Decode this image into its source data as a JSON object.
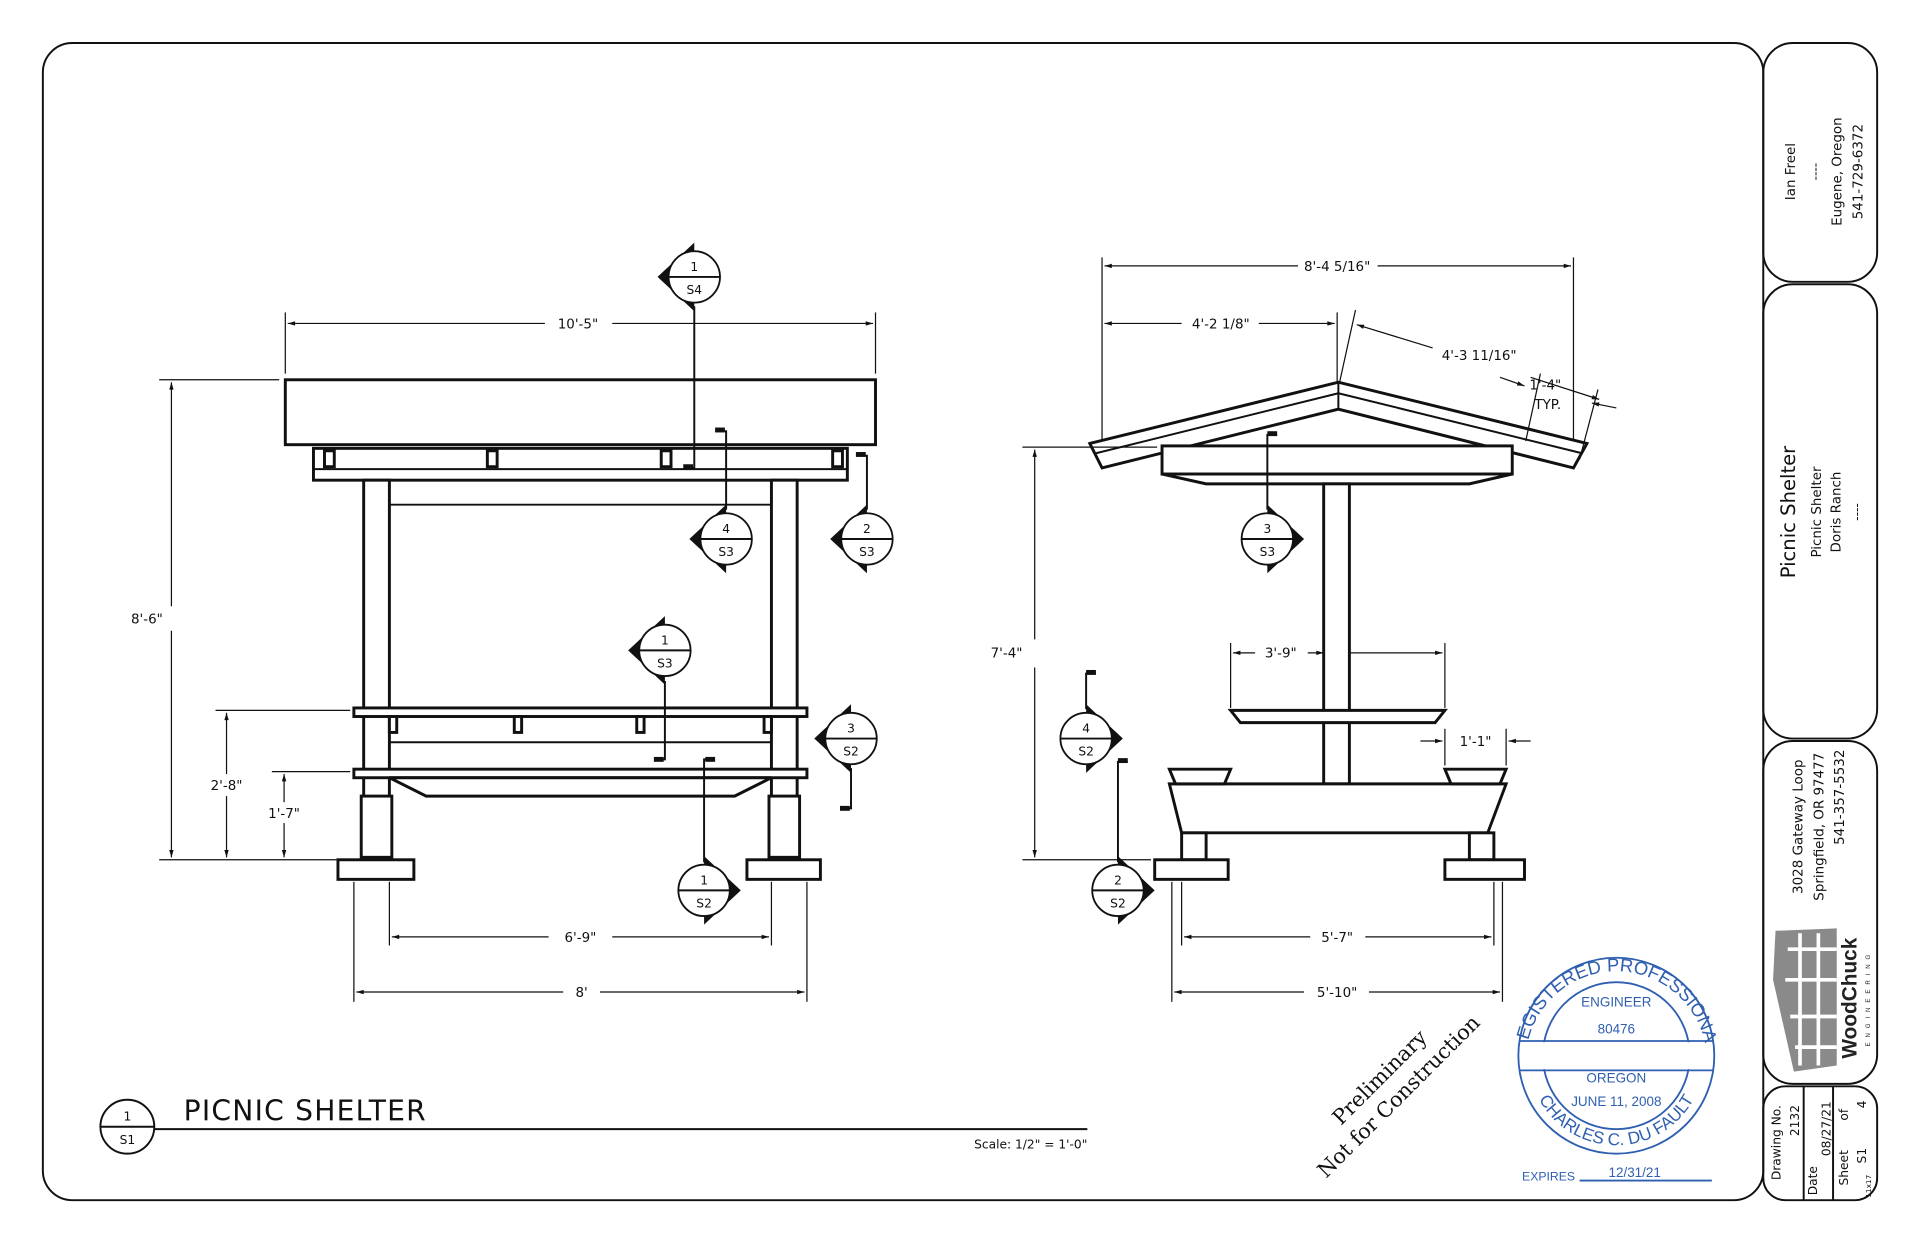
{
  "drawing": {
    "title": "PICNIC SHELTER",
    "detail_number": "1",
    "detail_sheet": "S1",
    "scale": "Scale: 1/2\" = 1'-0\""
  },
  "front_elevation": {
    "dims": {
      "overall_width": "10'-5\"",
      "overall_height": "8'-6\"",
      "bench_height": "2'-8\"",
      "seat_height": "1'-7\"",
      "post_spacing": "6'-9\"",
      "bench_length": "8'"
    },
    "markers": [
      {
        "num": "1",
        "sheet": "S4"
      },
      {
        "num": "4",
        "sheet": "S3"
      },
      {
        "num": "2",
        "sheet": "S3"
      },
      {
        "num": "1",
        "sheet": "S3"
      },
      {
        "num": "3",
        "sheet": "S2"
      },
      {
        "num": "1",
        "sheet": "S2"
      }
    ]
  },
  "side_elevation": {
    "dims": {
      "roof_width": "8'-4 5/16\"",
      "half_roof": "4'-2 1/8\"",
      "rafter_length": "4'-3 11/16\"",
      "purlin_spacing": "1'-4\"",
      "purlin_typ": "TYP.",
      "height": "7'-4\"",
      "seat_arm": "3'-9\"",
      "seat_offset": "1'-1\"",
      "leg_spacing": "5'-7\"",
      "base_width": "5'-10\""
    },
    "markers": [
      {
        "num": "3",
        "sheet": "S3"
      },
      {
        "num": "4",
        "sheet": "S2"
      },
      {
        "num": "2",
        "sheet": "S2"
      }
    ]
  },
  "stamp": {
    "top_arc": "REGISTERED PROFESSIONAL",
    "engineer": "ENGINEER",
    "license": "80476",
    "state": "OREGON",
    "date": "JUNE 11, 2008",
    "name": "CHARLES C. DU FAULT",
    "expires_label": "EXPIRES",
    "expires": "12/31/21",
    "watermark_1": "Preliminary",
    "watermark_2": "Not for Construction",
    "color": "#2f5fb0"
  },
  "title_block": {
    "client": {
      "name": "Ian Freel",
      "sep": "----",
      "city": "Eugene, Oregon",
      "phone": "541-729-6372"
    },
    "project": {
      "title": "Picnic Shelter",
      "subtitle": "Picnic Shelter",
      "site": "Doris Ranch",
      "sep": "----"
    },
    "firm": {
      "logo_name": "WoodChuck",
      "logo_sub": "ENGINEERING",
      "address1": "3028 Gateway Loop",
      "address2": "Springfield, OR 97477",
      "phone": "541-357-5532"
    },
    "drawing_no_label": "Drawing No.",
    "drawing_no": "2132",
    "date_label": "Date",
    "date": "08/27/21",
    "sheet_label": "Sheet",
    "of_label": "of",
    "sheet": "S1",
    "sheet_total": "4",
    "paper_size": "11x17"
  }
}
